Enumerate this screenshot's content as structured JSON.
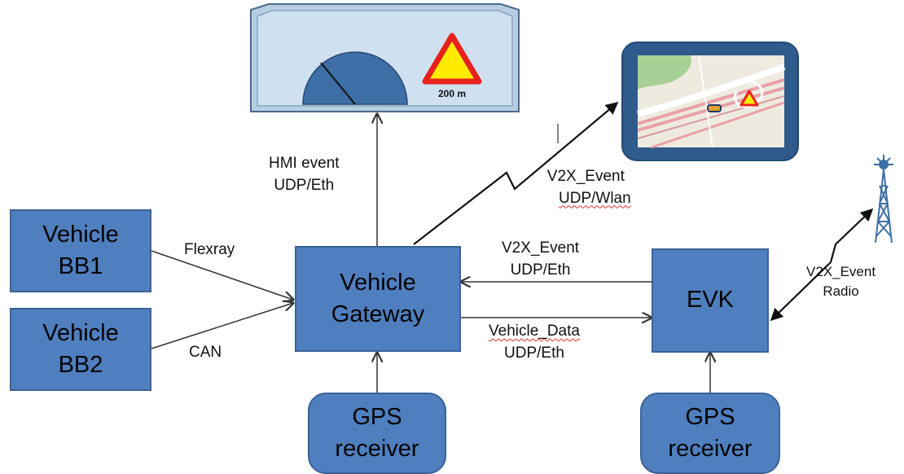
{
  "boxes": {
    "bb1": [
      "Vehicle",
      "BB1"
    ],
    "bb2": [
      "Vehicle",
      "BB2"
    ],
    "gateway": [
      "Vehicle",
      "Gateway"
    ],
    "evk": "EVK",
    "gps_left": [
      "GPS",
      "receiver"
    ],
    "gps_right": [
      "GPS",
      "receiver"
    ]
  },
  "labels": {
    "flexray": "Flexray",
    "can": "CAN",
    "hmi": [
      "HMI event",
      "UDP/Eth"
    ],
    "v2x_wlan": [
      "V2X_Event",
      "UDP/Wlan"
    ],
    "v2x_eth": [
      "V2X_Event",
      "UDP/Eth"
    ],
    "vehicle_data": [
      "Vehicle_Data",
      "UDP/Eth"
    ],
    "v2x_radio": [
      "V2X_Event",
      "Radio"
    ]
  },
  "hmi_display": {
    "distance": "200 m"
  },
  "colors": {
    "box_fill": "#4f7fbe",
    "warning_fill": "#ffeb00",
    "warning_border": "#e8211c",
    "map_road": "#e8a0a8"
  },
  "icons": [
    "warning-triangle-icon",
    "speedometer-gauge-icon",
    "radio-tower-icon",
    "vehicle-marker-icon"
  ]
}
